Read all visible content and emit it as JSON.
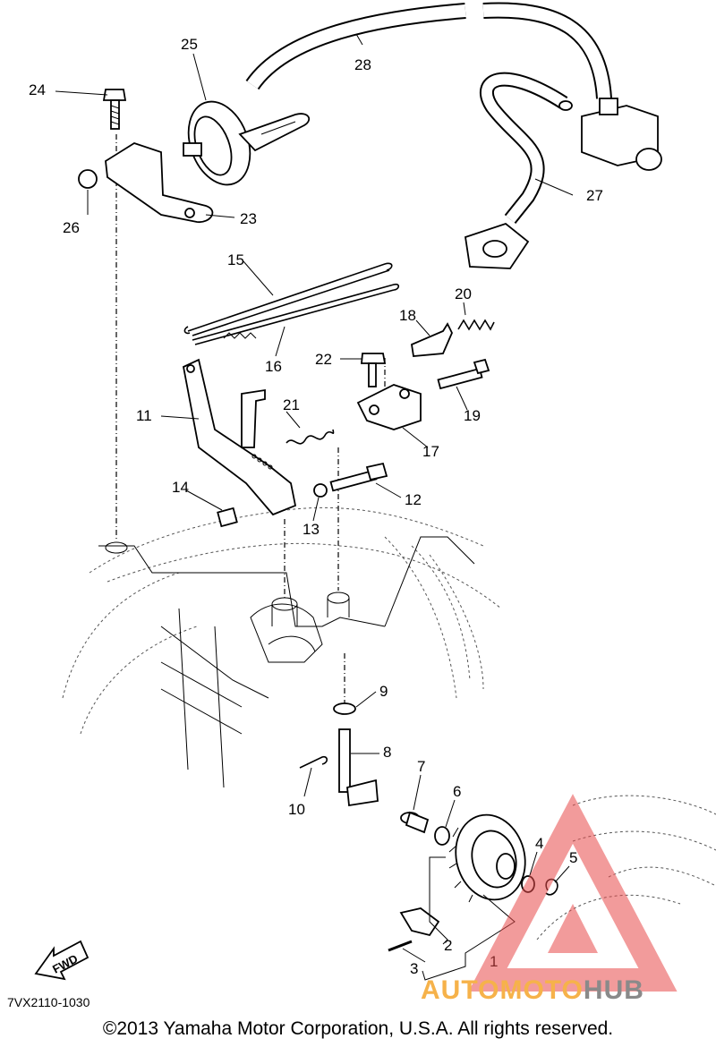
{
  "diagram": {
    "code": "7VX2110-1030",
    "copyright": "©2013 Yamaha Motor Corporation, U.S.A. All rights reserved.",
    "fwd_label": "FWD",
    "callouts": {
      "c1": "1",
      "c2": "2",
      "c3": "3",
      "c4": "4",
      "c5": "5",
      "c6": "6",
      "c7": "7",
      "c8": "8",
      "c9": "9",
      "c10": "10",
      "c11": "11",
      "c12": "12",
      "c13": "13",
      "c14": "14",
      "c15": "15",
      "c16": "16",
      "c17": "17",
      "c18": "18",
      "c19": "19",
      "c20": "20",
      "c21": "21",
      "c22": "22",
      "c23": "23",
      "c24": "24",
      "c25": "25",
      "c26": "26",
      "c27": "27",
      "c28": "28"
    }
  },
  "watermark": {
    "brand_part1": "AUTOMOTO",
    "brand_part2": "HUB",
    "color_primary": "#f6b24a",
    "color_secondary": "#8a8a8a",
    "triangle_color": "#e94b4b"
  }
}
